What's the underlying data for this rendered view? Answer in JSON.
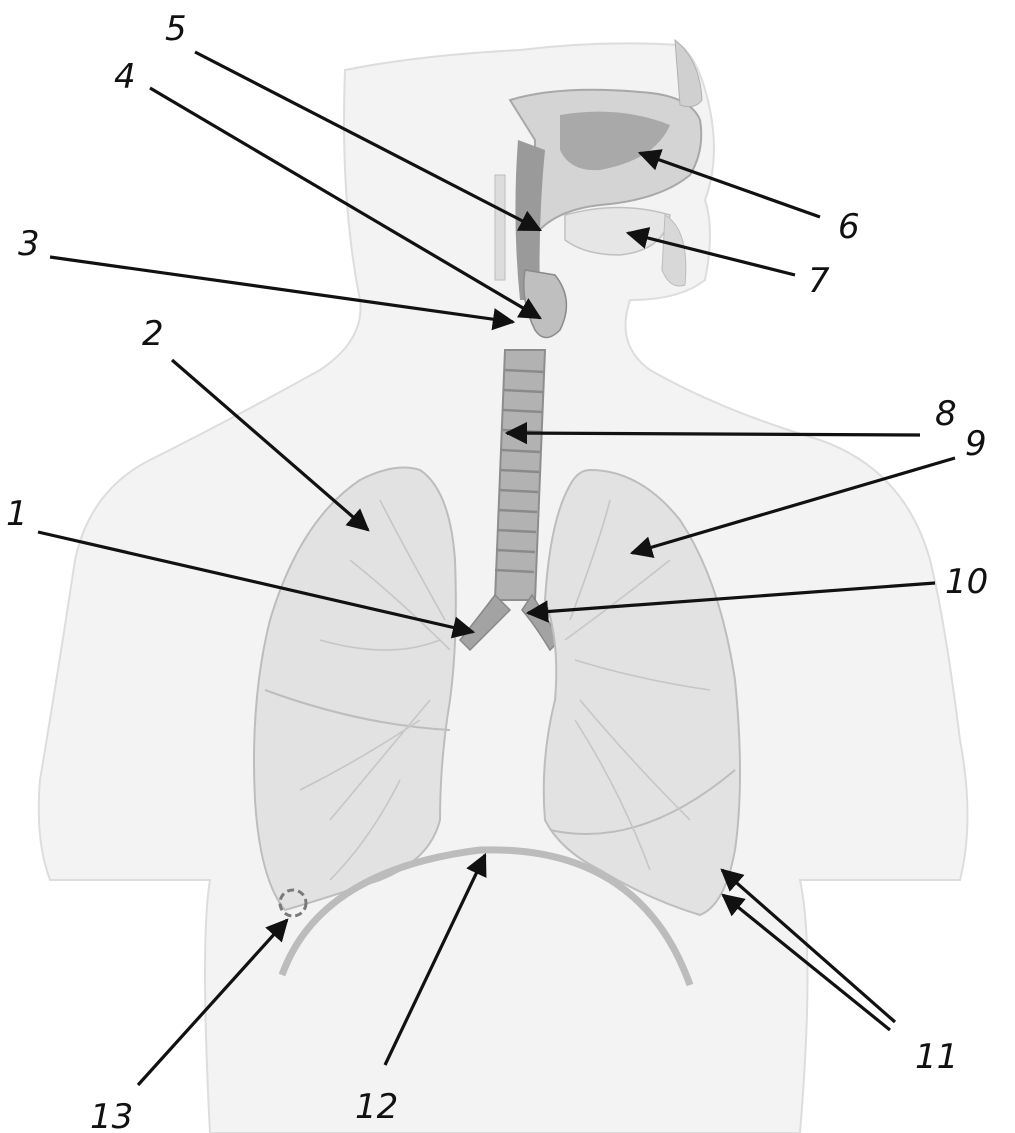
{
  "diagram": {
    "labels": [
      {
        "id": "label-1",
        "text": "1"
      },
      {
        "id": "label-2",
        "text": "2"
      },
      {
        "id": "label-3",
        "text": "3"
      },
      {
        "id": "label-4",
        "text": "4"
      },
      {
        "id": "label-5",
        "text": "5"
      },
      {
        "id": "label-6",
        "text": "6"
      },
      {
        "id": "label-7",
        "text": "7"
      },
      {
        "id": "label-8",
        "text": "8"
      },
      {
        "id": "label-9",
        "text": "9"
      },
      {
        "id": "label-10",
        "text": "10"
      },
      {
        "id": "label-11",
        "text": "11"
      },
      {
        "id": "label-12",
        "text": "12"
      },
      {
        "id": "label-13",
        "text": "13"
      }
    ]
  },
  "colors": {
    "body": "#f2f2f2",
    "body_outline": "#d9d9d9",
    "lung_fill": "#e3e3e3",
    "lung_outline": "#bdbdbd",
    "airway": "#9a9a9a",
    "airway_dark": "#7d7d7d",
    "lines": "#111111"
  }
}
